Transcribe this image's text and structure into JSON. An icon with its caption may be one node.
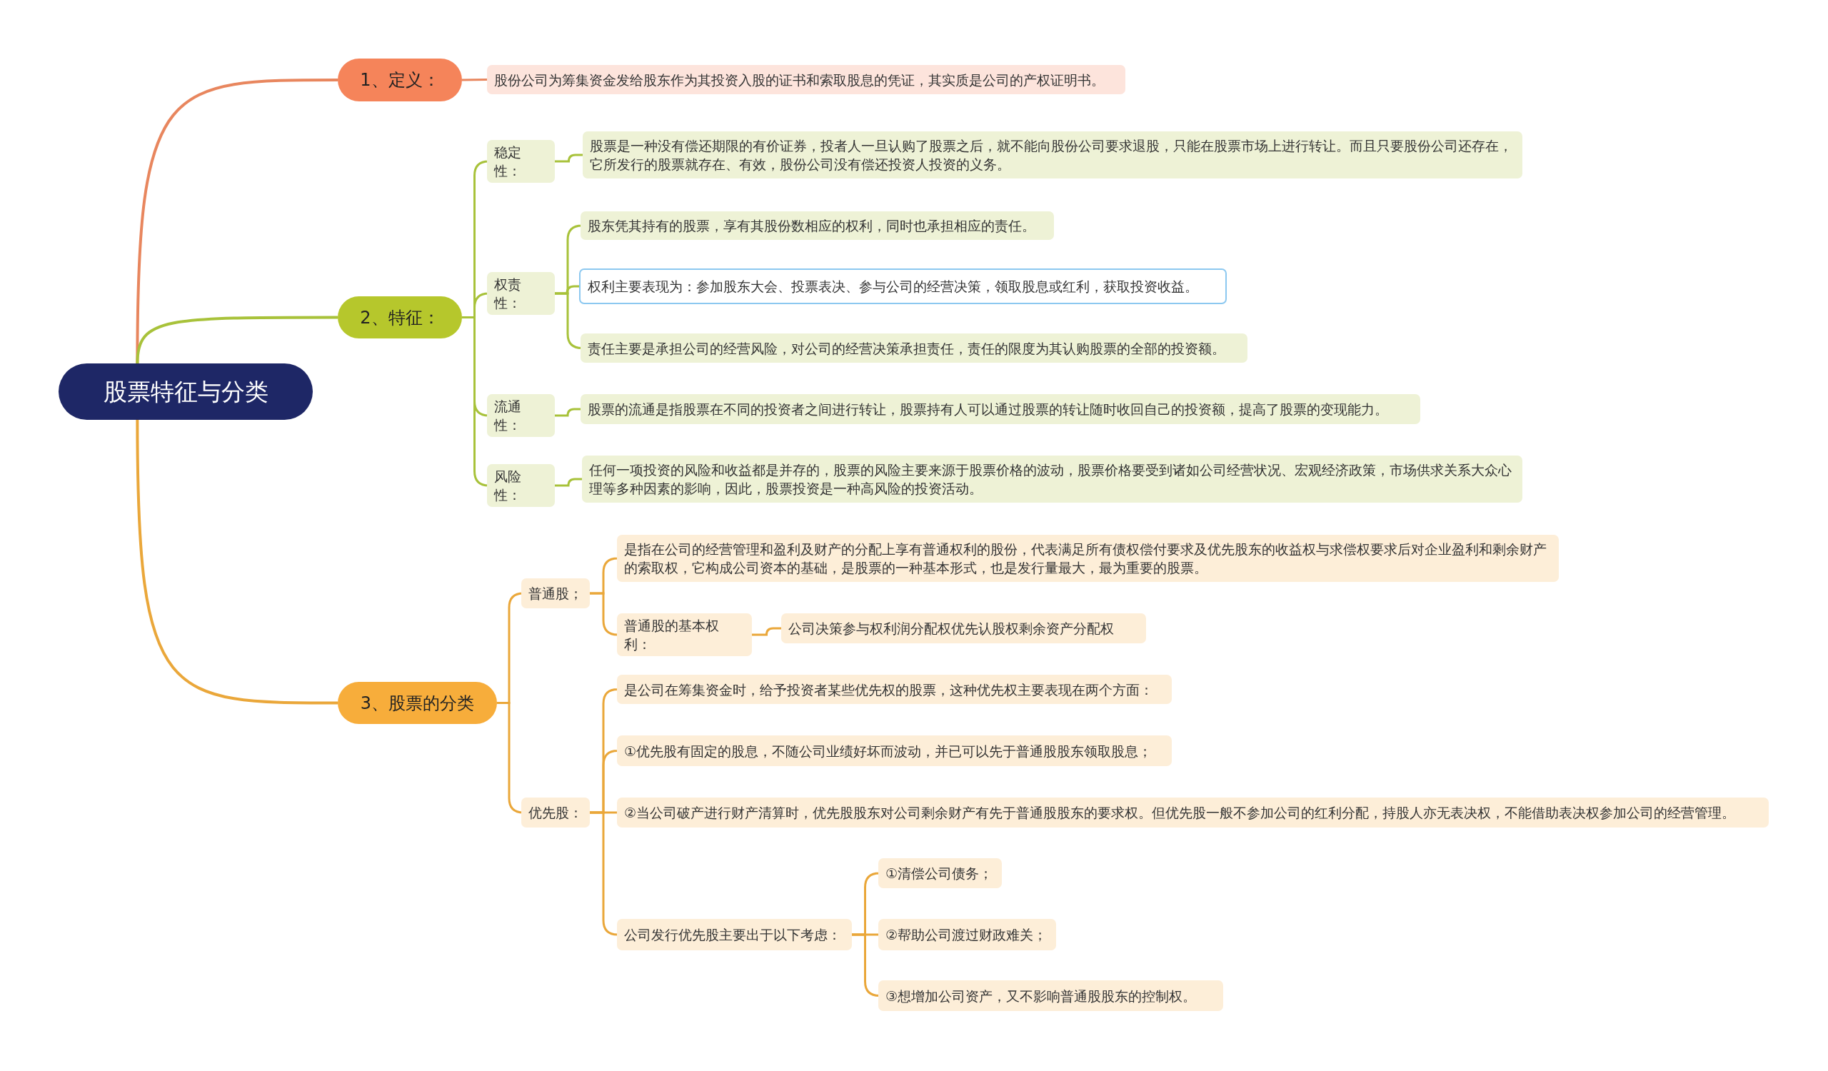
{
  "diagram": {
    "nodes": [
      {
        "text": [
          "股票特征与分类"
        ]
      },
      {
        "text": [
          "1、定义："
        ]
      },
      {
        "text": [
          "股份公司为筹集资金发给股东作为其投资入股的证书和索取股息的凭证，其实质是公司的产权证明书。"
        ]
      },
      {
        "text": [
          "2、特征："
        ]
      },
      {
        "text": [
          "稳定性："
        ]
      },
      {
        "text": [
          "股票是一种没有偿还期限的有价证券，投者人一旦认购了股票之后，就不能向股份公司要求退股，只能在股票市场上进行转让。而且只要股份公司还存在，它所发行的股票就存在、有效，股份公司没有偿还投资人投资的义务。"
        ]
      },
      {
        "text": [
          "权责性："
        ]
      },
      {
        "text": [
          "股东凭其持有的股票，享有其股份数相应的权利，同时也承担相应的责任。"
        ]
      },
      {
        "text": [
          "权利主要表现为：参加股东大会、投票表决、参与公司的经营决策，领取股息或红利，获取投资收益。"
        ]
      },
      {
        "text": [
          "责任主要是承担公司的经营风险，对公司的经营决策承担责任，责任的限度为其认购股票的全部的投资额。"
        ]
      },
      {
        "text": [
          "流通性："
        ]
      },
      {
        "text": [
          "股票的流通是指股票在不同的投资者之间进行转让，股票持有人可以通过股票的转让随时收回自己的投资额，提高了股票的变现能力。"
        ]
      },
      {
        "text": [
          "风险性："
        ]
      },
      {
        "text": [
          "任何一项投资的风险和收益都是并存的，股票的风险主要来源于股票价格的波动，股票价格要受到诸如公司经营状况、宏观经济政策，市场供求关系大众心理等多种因素的影响，因此，股票投资是一种高风险的投资活动。"
        ]
      },
      {
        "text": [
          "3、股票的分类"
        ]
      },
      {
        "text": [
          "普通股；"
        ]
      },
      {
        "text": [
          "是指在公司的经营管理和盈利及财产的分配上享有普通权利的股份，代表满足所有债权偿付要求及优先股东的收益权与求偿权要求后对企业盈利和剩余财产的索取权，它构成公司资本的基础，是股票的一种基本形式，也是发行量最大，最为重要的股票。"
        ]
      },
      {
        "text": [
          "普通股的基本权利："
        ]
      },
      {
        "text": [
          "公司决策参与权利润分配权优先认股权剩余资产分配权"
        ]
      },
      {
        "text": [
          "优先股："
        ]
      },
      {
        "text": [
          "是公司在筹集资金时，给予投资者某些优先权的股票，这种优先权主要表现在两个方面："
        ]
      },
      {
        "text": [
          "①优先股有固定的股息，不随公司业绩好坏而波动，并已可以先于普通股股东领取股息；"
        ]
      },
      {
        "text": [
          "②当公司破产进行财产清算时，优先股股东对公司剩余财产有先于普通股股东的要求权。但优先股一般不参加公司的红利分配，持股人亦无表决权，不能借助表决权参加公司的经营管理。"
        ]
      },
      {
        "text": [
          "公司发行优先股主要出于以下考虑："
        ]
      },
      {
        "text": [
          "①清偿公司债务；"
        ]
      },
      {
        "text": [
          "②帮助公司渡过财政难关；"
        ]
      },
      {
        "text": [
          "③想增加公司资产，又不影响普通股股东的控制权。"
        ]
      }
    ],
    "edges": [
      {
        "from": 0,
        "to": 1,
        "arrow": "none",
        "color": "#e8865e"
      },
      {
        "from": 1,
        "to": 2,
        "arrow": "none",
        "color": "#e8865e"
      },
      {
        "from": 0,
        "to": 3,
        "arrow": "none",
        "color": "#a8c23a"
      },
      {
        "from": 3,
        "to": 4,
        "arrow": "none",
        "color": "#a8c23a"
      },
      {
        "from": 4,
        "to": 5,
        "arrow": "none",
        "color": "#a8c23a"
      },
      {
        "from": 3,
        "to": 6,
        "arrow": "none",
        "color": "#a8c23a"
      },
      {
        "from": 6,
        "to": 7,
        "arrow": "none",
        "color": "#a8c23a"
      },
      {
        "from": 6,
        "to": 8,
        "arrow": "none",
        "color": "#a8c23a"
      },
      {
        "from": 6,
        "to": 9,
        "arrow": "none",
        "color": "#a8c23a"
      },
      {
        "from": 3,
        "to": 10,
        "arrow": "none",
        "color": "#a8c23a"
      },
      {
        "from": 10,
        "to": 11,
        "arrow": "none",
        "color": "#a8c23a"
      },
      {
        "from": 3,
        "to": 12,
        "arrow": "none",
        "color": "#a8c23a"
      },
      {
        "from": 12,
        "to": 13,
        "arrow": "none",
        "color": "#a8c23a"
      },
      {
        "from": 0,
        "to": 14,
        "arrow": "none"
      },
      {
        "from": 14,
        "to": 15,
        "arrow": "none"
      },
      {
        "from": 15,
        "to": 16,
        "arrow": "none"
      },
      {
        "from": 15,
        "to": 17,
        "arrow": "none"
      },
      {
        "from": 17,
        "to": 18,
        "arrow": "none"
      },
      {
        "from": 14,
        "to": 19,
        "arrow": "none"
      },
      {
        "from": 19,
        "to": 20,
        "arrow": "none"
      },
      {
        "from": 19,
        "to": 21,
        "arrow": "none"
      },
      {
        "from": 19,
        "to": 22,
        "arrow": "none"
      },
      {
        "from": 19,
        "to": 23,
        "arrow": "none"
      },
      {
        "from": 23,
        "to": 24,
        "arrow": "none"
      },
      {
        "from": 23,
        "to": 25,
        "arrow": "none"
      },
      {
        "from": 23,
        "to": 26,
        "arrow": "none"
      }
    ]
  }
}
